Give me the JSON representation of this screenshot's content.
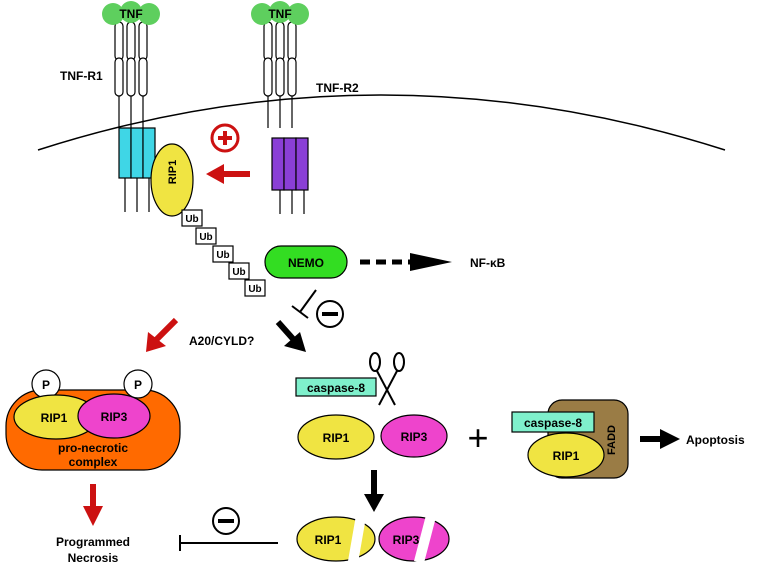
{
  "colors": {
    "ligand": "#5ecf5e",
    "tnfr1": "#3fd6e6",
    "tnfr2": "#8a3fd6",
    "rip1": "#f0e442",
    "rip3": "#ee44cc",
    "nemo": "#33dd22",
    "caspase8": "#7ff0cc",
    "fadd": "#9a7c45",
    "complex": "#ff6a00",
    "red_arrow": "#cc1111",
    "black": "#000000"
  },
  "labels": {
    "tnf_left": "TNF",
    "tnf_right": "TNF",
    "tnfr1": "TNF-R1",
    "tnfr2": "TNF-R2",
    "rip1_membrane": "RIP1",
    "ub": [
      "Ub",
      "Ub",
      "Ub",
      "Ub",
      "Ub"
    ],
    "nemo": "NEMO",
    "nfkb": "NF-κB",
    "a20_cyld": "A20/CYLD?",
    "caspase8": "caspase-8",
    "rip1_mid": "RIP1",
    "rip3_mid": "RIP3",
    "plus": "+",
    "caspase8_fadd": "caspase-8",
    "fadd": "FADD",
    "rip1_fadd": "RIP1",
    "apoptosis": "Apoptosis",
    "phospho_left": "P",
    "phospho_right": "P",
    "rip1_complex": "RIP1",
    "rip3_complex": "RIP3",
    "complex_line1": "pro-necrotic",
    "complex_line2": "complex",
    "necrosis_line1": "Programmed",
    "necrosis_line2": "Necrosis",
    "rip1_cleaved": "RIP1",
    "rip3_cleaved": "RIP3",
    "plus_sign": "+",
    "minus_sign": "−"
  },
  "icons": {
    "scissors": "scissors-icon",
    "activation": "plus-circle-icon",
    "inhibition": "minus-circle-icon"
  }
}
